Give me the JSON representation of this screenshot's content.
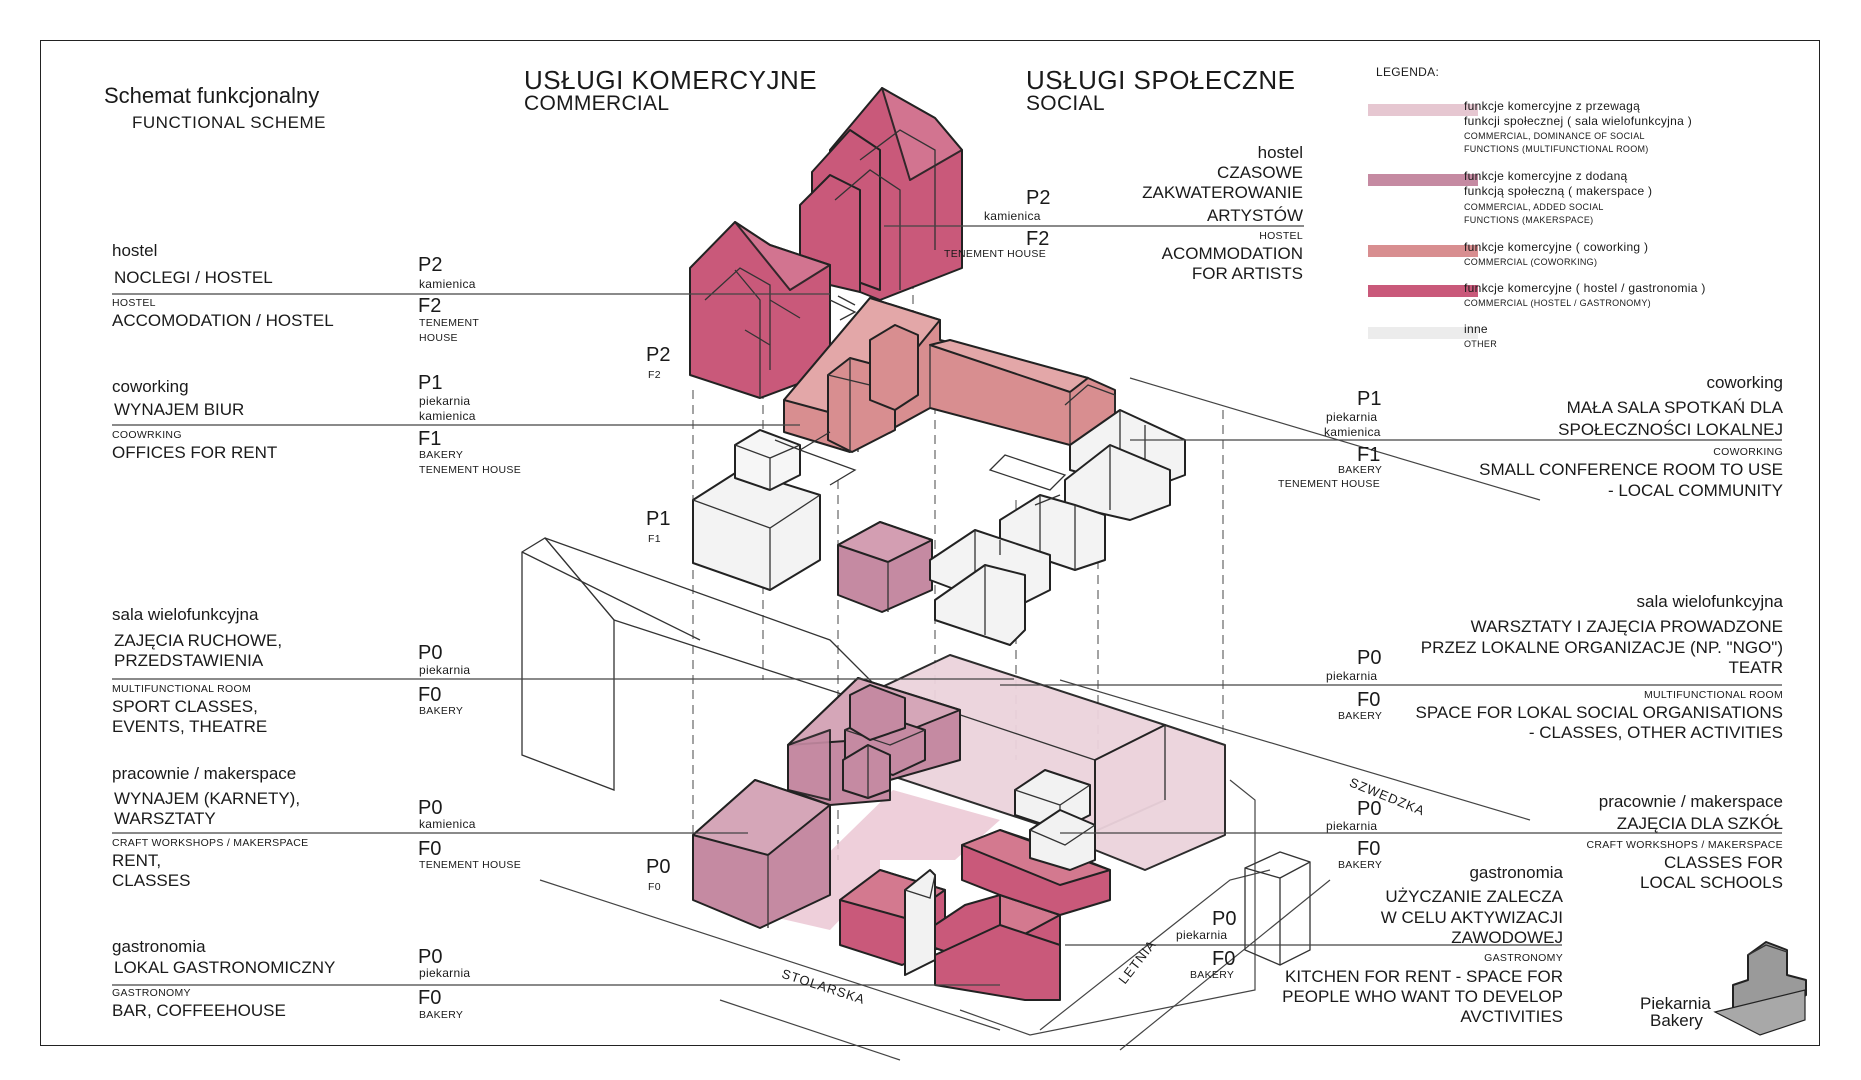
{
  "title": {
    "pl": "Schemat funkcjonalny",
    "en": "FUNCTIONAL SCHEME"
  },
  "headers": {
    "commercial_pl": "USŁUGI KOMERCYJNE",
    "commercial_en": "COMMERCIAL",
    "social_pl": "USŁUGI SPOŁECZNE",
    "social_en": "SOCIAL"
  },
  "legend": {
    "title": "LEGENDA:",
    "items": [
      {
        "color": "#e6c7d1",
        "pl1": "funkcje komercyjne z przewagą",
        "pl2": "funkcji społecznej ( sala wielofunkcyjna )",
        "en1": "COMMERCIAL, DOMINANCE OF SOCIAL",
        "en2": "FUNCTIONS (MULTIFUNCTIONAL ROOM)"
      },
      {
        "color": "#c58aa2",
        "pl1": "funkcje komercyjne z dodaną",
        "pl2": "funkcją społeczną ( makerspace )",
        "en1": "COMMERCIAL, ADDED SOCIAL",
        "en2": "FUNCTIONS (MAKERSPACE)"
      },
      {
        "color": "#d88e90",
        "pl1": "funkcje komercyjne ( coworking )",
        "pl2": "",
        "en1": "COMMERCIAL (COWORKING)",
        "en2": ""
      },
      {
        "color": "#c9597a",
        "pl1": "funkcje komercyjne ( hostel / gastronomia )",
        "pl2": "",
        "en1": "COMMERCIAL (HOSTEL / GASTRONOMY)",
        "en2": ""
      },
      {
        "color": "#ececec",
        "pl1": "inne",
        "pl2": "",
        "en1": "OTHER",
        "en2": ""
      }
    ]
  },
  "left": [
    {
      "title": "hostel",
      "pl": [
        "NOCLEGI / HOSTEL"
      ],
      "en_small": "HOSTEL",
      "en": [
        "ACCOMODATION / HOSTEL"
      ],
      "lvl_p": "P2",
      "lvl_pl": [
        "kamienica"
      ],
      "lvl_f": "F2",
      "lvl_en": [
        "TENEMENT",
        "HOUSE"
      ]
    },
    {
      "title": "coworking",
      "pl": [
        "WYNAJEM BIUR"
      ],
      "en_small": "COOWRKING",
      "en": [
        "OFFICES FOR RENT"
      ],
      "lvl_p": "P1",
      "lvl_pl": [
        "piekarnia",
        "kamienica"
      ],
      "lvl_f": "F1",
      "lvl_en": [
        "BAKERY",
        "TENEMENT HOUSE"
      ]
    },
    {
      "title": "sala wielofunkcyjna",
      "pl": [
        "ZAJĘCIA RUCHOWE,",
        "PRZEDSTAWIENIA"
      ],
      "en_small": "MULTIFUNCTIONAL ROOM",
      "en": [
        "SPORT CLASSES,",
        "EVENTS, THEATRE"
      ],
      "lvl_p": "P0",
      "lvl_pl": [
        "piekarnia"
      ],
      "lvl_f": "F0",
      "lvl_en": [
        "BAKERY"
      ]
    },
    {
      "title": "pracownie / makerspace",
      "pl": [
        "WYNAJEM (KARNETY),",
        "WARSZTATY"
      ],
      "en_small": "CRAFT WORKSHOPS / MAKERSPACE",
      "en": [
        "RENT,",
        "CLASSES"
      ],
      "lvl_p": "P0",
      "lvl_pl": [
        "kamienica"
      ],
      "lvl_f": "F0",
      "lvl_en": [
        "TENEMENT HOUSE"
      ]
    },
    {
      "title": "gastronomia",
      "pl": [
        "LOKAL GASTRONOMICZNY"
      ],
      "en_small": "GASTRONOMY",
      "en": [
        "BAR, COFFEEHOUSE"
      ],
      "lvl_p": "P0",
      "lvl_pl": [
        "piekarnia"
      ],
      "lvl_f": "F0",
      "lvl_en": [
        "BAKERY"
      ]
    }
  ],
  "right": [
    {
      "title": "hostel",
      "pl": [
        "CZASOWE",
        "ZAKWATEROWANIE",
        "ARTYSTÓW"
      ],
      "en_small": "HOSTEL",
      "en": [
        "ACOMMODATION",
        "FOR ARTISTS"
      ],
      "lvl_p": "P2",
      "lvl_pl": [
        "kamienica"
      ],
      "lvl_f": "F2",
      "lvl_en": [
        "TENEMENT HOUSE"
      ]
    },
    {
      "title": "coworking",
      "pl": [
        "MAŁA SALA SPOTKAŃ DLA",
        "SPOŁECZNOŚCI LOKALNEJ"
      ],
      "en_small": "COWORKING",
      "en": [
        "SMALL CONFERENCE ROOM TO USE",
        "- LOCAL COMMUNITY"
      ],
      "lvl_p": "P1",
      "lvl_pl": [
        "piekarnia",
        "kamienica"
      ],
      "lvl_f": "F1",
      "lvl_en": [
        "BAKERY",
        "TENEMENT HOUSE"
      ]
    },
    {
      "title": "sala wielofunkcyjna",
      "pl": [
        "WARSZTATY I ZAJĘCIA PROWADZONE",
        "PRZEZ LOKALNE ORGANIZACJE (NP. \"NGO\")",
        "TEATR"
      ],
      "en_small": "MULTIFUNCTIONAL ROOM",
      "en": [
        "SPACE FOR LOKAL SOCIAL ORGANISATIONS",
        "- CLASSES, OTHER ACTIVITIES"
      ],
      "lvl_p": "P0",
      "lvl_pl": [
        "piekarnia"
      ],
      "lvl_f": "F0",
      "lvl_en": [
        "BAKERY"
      ]
    },
    {
      "title": "pracownie / makerspace",
      "pl": [
        "ZAJĘCIA DLA SZKÓŁ"
      ],
      "en_small": "CRAFT WORKSHOPS / MAKERSPACE",
      "en": [
        "CLASSES FOR",
        "LOCAL SCHOOLS"
      ],
      "lvl_p": "P0",
      "lvl_pl": [
        "piekarnia"
      ],
      "lvl_f": "F0",
      "lvl_en": [
        "BAKERY"
      ]
    },
    {
      "title": "gastronomia",
      "pl": [
        "UŻYCZANIE ZALECZA",
        "W CELU AKTYWIZACJI",
        "ZAWODOWEJ"
      ],
      "en_small": "GASTRONOMY",
      "en": [
        "KITCHEN FOR RENT - SPACE FOR",
        "PEOPLE WHO WANT TO DEVELOP",
        "AVCTIVITIES"
      ],
      "lvl_p": "P0",
      "lvl_pl": [
        "piekarnia"
      ],
      "lvl_f": "F0",
      "lvl_en": [
        "BAKERY"
      ]
    }
  ],
  "center_levels": [
    {
      "p": "P2",
      "f": "F2"
    },
    {
      "p": "P1",
      "f": "F1"
    },
    {
      "p": "P0",
      "f": "F0"
    }
  ],
  "streets": {
    "stolarska": "STOLARSKA",
    "letnia": "LETNIA",
    "szwedzka": "SZWEDZKA"
  },
  "key_building": {
    "pl": "Piekarnia",
    "en": "Bakery"
  }
}
